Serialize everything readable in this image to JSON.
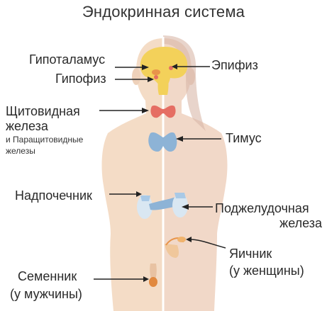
{
  "title": "Эндокринная система",
  "labels": {
    "hypothalamus": "Гипоталамус",
    "pituitary": "Гипофиз",
    "pineal": "Эпифиз",
    "thyroid_line1": "Щитовидная",
    "thyroid_line2": "железа",
    "parathyroid_line1": "и Паращитовидные",
    "parathyroid_line2": "железы",
    "thymus": "Тимус",
    "adrenal": "Надпочечник",
    "pancreas_line1": "Поджелудочная",
    "pancreas_line2": "железа",
    "ovary_line1": "Яичник",
    "ovary_line2": "(у женщины)",
    "testis_line1": "Семенник",
    "testis_line2": "(у мужчины)"
  },
  "colors": {
    "skin_left": "#f4dcc6",
    "skin_right": "#f1d8c8",
    "brain": "#f3d15a",
    "pituitary": "#e8944a",
    "thyroid": "#e56e63",
    "thymus": "#8db3d6",
    "adrenal": "#a9c9e6",
    "ovary": "#f0b36d",
    "testis": "#e1893f"
  }
}
